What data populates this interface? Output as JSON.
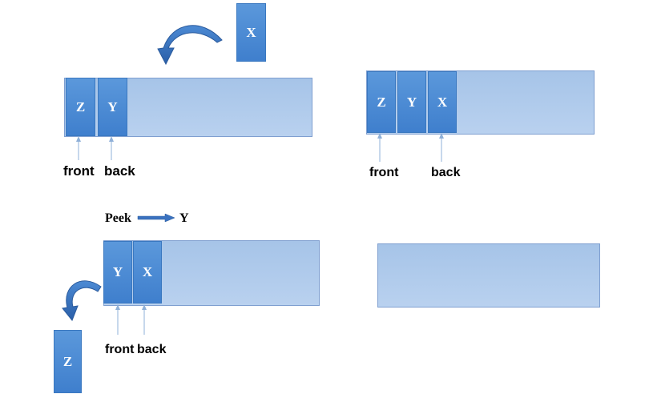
{
  "panel1": {
    "incoming_block": "X",
    "blocks": [
      "Z",
      "Y"
    ],
    "front_label": "front",
    "back_label": "back"
  },
  "panel2": {
    "blocks": [
      "Z",
      "Y",
      "X"
    ],
    "front_label": "front",
    "back_label": "back"
  },
  "panel3": {
    "peek_label": "Peek",
    "peek_result": "Y",
    "blocks": [
      "Y",
      "X"
    ],
    "removed_block": "Z",
    "front_label": "front",
    "back_label": "back"
  },
  "panel4": {
    "blocks": []
  },
  "colors": {
    "block_fill": "#4a8ad6",
    "queue_fill": "#adc9ec",
    "arrow": "#2f6fbf",
    "pointer_line": "#8fb0d8"
  },
  "icons": {
    "enqueue_arrow": "curved-arrow-left-icon",
    "dequeue_arrow": "curved-arrow-down-icon",
    "peek_arrow": "right-arrow-icon"
  }
}
